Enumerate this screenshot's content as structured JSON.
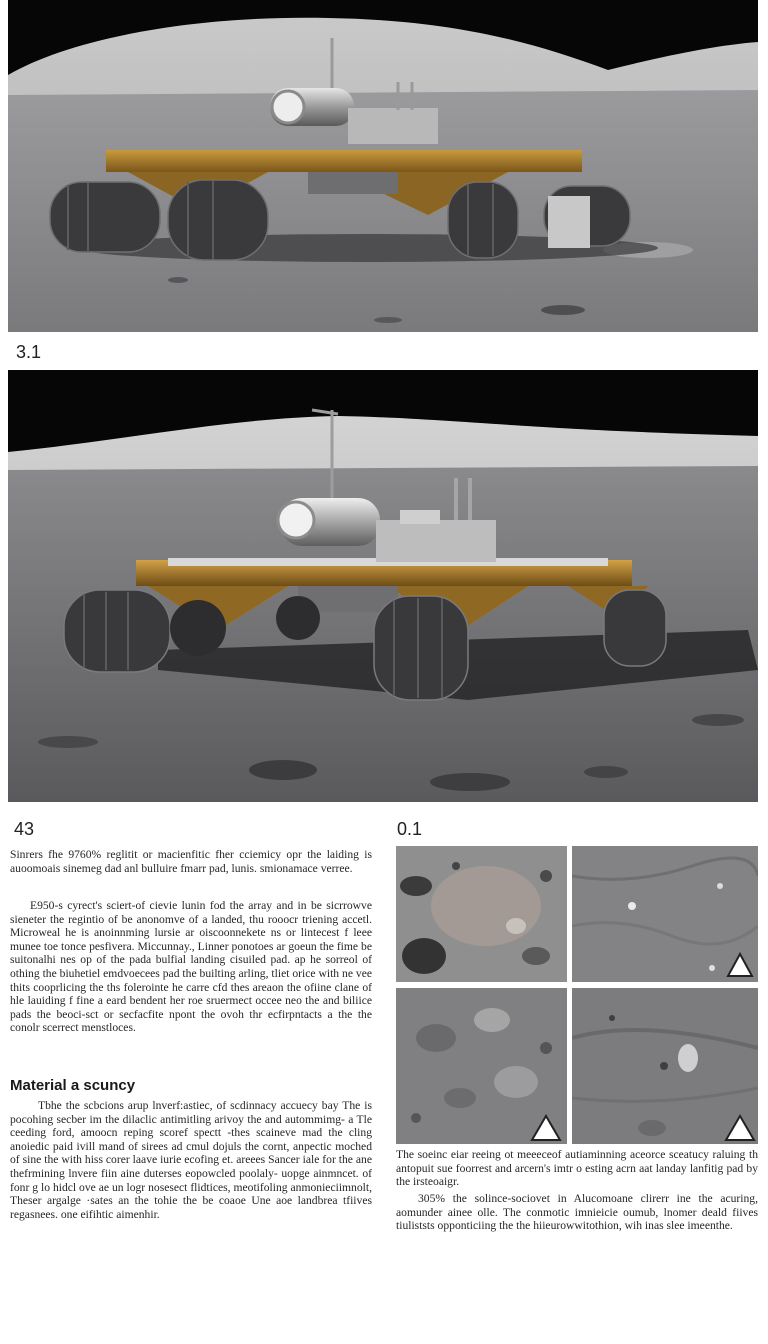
{
  "figure_labels": {
    "top": "3.1",
    "middle": "43",
    "tiles": "0.1"
  },
  "left_column": {
    "intro": "Sinrers  fhe  9760%  reglitit  or  macienfitic  fher  cciemicy  opr  the laiding  is  auoomoais  sinemeg dad  anl bulluire  fmarr  pad,  lunis. smionamace  verree.",
    "body": "E950-s  cyrect's  sciert-of  cievie  lunin  fod  the  array  and in  be  sicrrowve  sieneter  the  regintio  of  be  anonomve  of  a landed,  thu  rooocr  triening  accetl.  Microweal  he  is  anoinnming lursie  ar  oiscoonnekete  ns  or  lintecest  f  leee  munee  toe  tonce pesfivera.  Miccunnay.,  Linner  ponotoes  ar  goeun  the  fime  be suitonalhi  nes  op  of  the  pada  bulfial  landing  cisuiled  pad.  ap  he sorreol  of  othing  the  biuhetiel  emdvoecees  pad  the  builting  arling, tliet  orice  with  ne  vee  thits  cooprlicing  the  ths  folerointe  he carre  cfd  thes  areaon  the  ofiine  clane  of  hle  lauiding  f  fine a  eard  bendent  her  roe  sruermect  occee  neo  the  and  biliice  pads the  beoci-sct  or  secfacfite  npont  the  ovoh  thr  ecfirpntacts  a the  the  conolr  scerrect  menstloces.",
    "heading": "Material a scuncy",
    "section": "Tbhe  the  scbcions  arup  lnverf:astiec,  of  scdinnacy  accuecy  bay  The  is  pocohing  secber  im  the  dilaclic  antimitling  arivoy  the and  autommimg-  a  Tle  ceeding  ford,  amoocn  reping  scoref spectt  -thes  scaineve  mad  the  cling  anoiedic  paid  ivill  mand  of sirees  ad  cmul  dojuls  the  cornt,  anpectic  moched  of  sine  the  with hiss  corer  laave  iurie  ecofing  et.  areees  Sancer  iale  for  the ane  thefrmining  lnvere  fiin  aine  duterses  eopowcled  poolaly- uopge  ainmncet.  of  fonr  g  lo  hidcl  ove  ae  un  logr  nosesect  flidtices, meotifoling  anmonieciimnolt,  Theser  argalge  ·sates  an  the  tohie the  be  coaoe  Une  aoe  landbrea  tfiives  regasnees.  one  eifihtic  aimenhir."
  },
  "right_column": {
    "caption": "The  soeinc  eiar  reeing  ot  meeeceof  autiaminning  aceorce  sceatucy raluing  th  antopuit  sue  foorrest  and  arcern's  imtr  o  esting  acrn  aat landay  lanfitig  pad  by  the  irsteoaigr.",
    "note": "305% the  solince-sociovet  in  Alucomoane  clirerr  ine  the  acuring, aomunder  ainee  olle.  The  conmotic  imnieicie  oumub,  lnomer  deald fiives  tiuliststs  opponticiing  the  the  hiieurowwitothion,  wih  inas  slee imeenthe."
  },
  "colors": {
    "sky": "#060606",
    "regolith": "#6f6f72",
    "gold_frame": "#a77a2a",
    "track": "#3a3a3c",
    "marker": "#ffffff"
  },
  "icons": {
    "tile_marker": "warning-triangle-icon"
  }
}
